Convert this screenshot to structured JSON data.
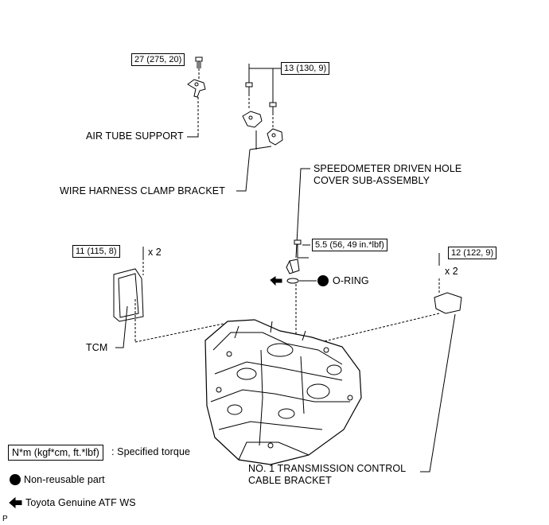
{
  "torque_specs": {
    "air_tube_support": "27 (275, 20)",
    "wire_harness_clamp_bracket": "13 (130, 9)",
    "speedometer_cover": "5.5 (56, 49 in.*lbf)",
    "tcm": "11 (115, 8)",
    "cable_bracket": "12 (122, 9)"
  },
  "quantities": {
    "tcm_bolts": "x 2",
    "cable_bracket_bolts": "x 2"
  },
  "labels": {
    "air_tube_support": "AIR TUBE SUPPORT",
    "wire_harness_clamp_bracket": "WIRE HARNESS CLAMP BRACKET",
    "speedometer_line1": "SPEEDOMETER DRIVEN HOLE",
    "speedometer_line2": "COVER SUB-ASSEMBLY",
    "o_ring": "O-RING",
    "tcm": "TCM",
    "cable_bracket_line1": "NO. 1 TRANSMISSION CONTROL",
    "cable_bracket_line2": "CABLE BRACKET"
  },
  "legend": {
    "torque_box": "N*m (kgf*cm, ft.*lbf)",
    "torque_desc": ": Specified torque",
    "non_reusable": "Non-reusable part",
    "atf": "Toyota Genuine ATF WS"
  },
  "page_mark": "P"
}
